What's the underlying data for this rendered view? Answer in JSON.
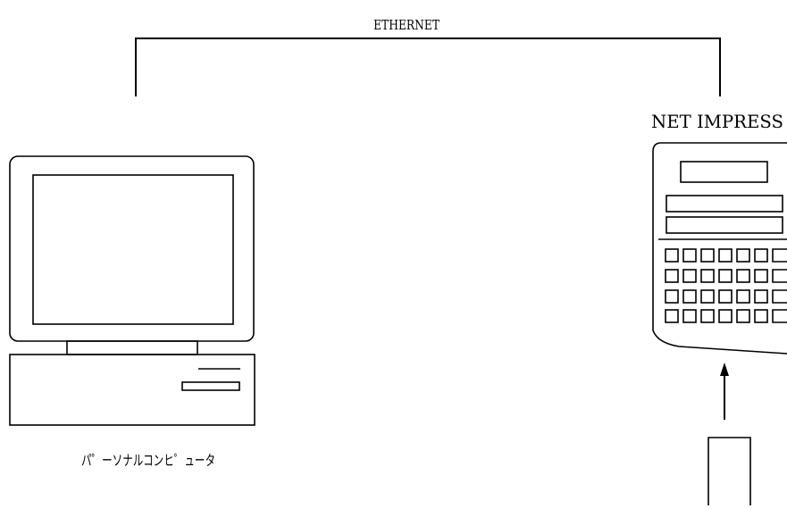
{
  "diagram": {
    "network_label": "ETHERNET",
    "device_label": "NET IMPRESS",
    "computer_label": "パ゜ーソナルコンヒ゜ュータ"
  },
  "colors": {
    "line": "#000000",
    "background": "#ffffff"
  }
}
